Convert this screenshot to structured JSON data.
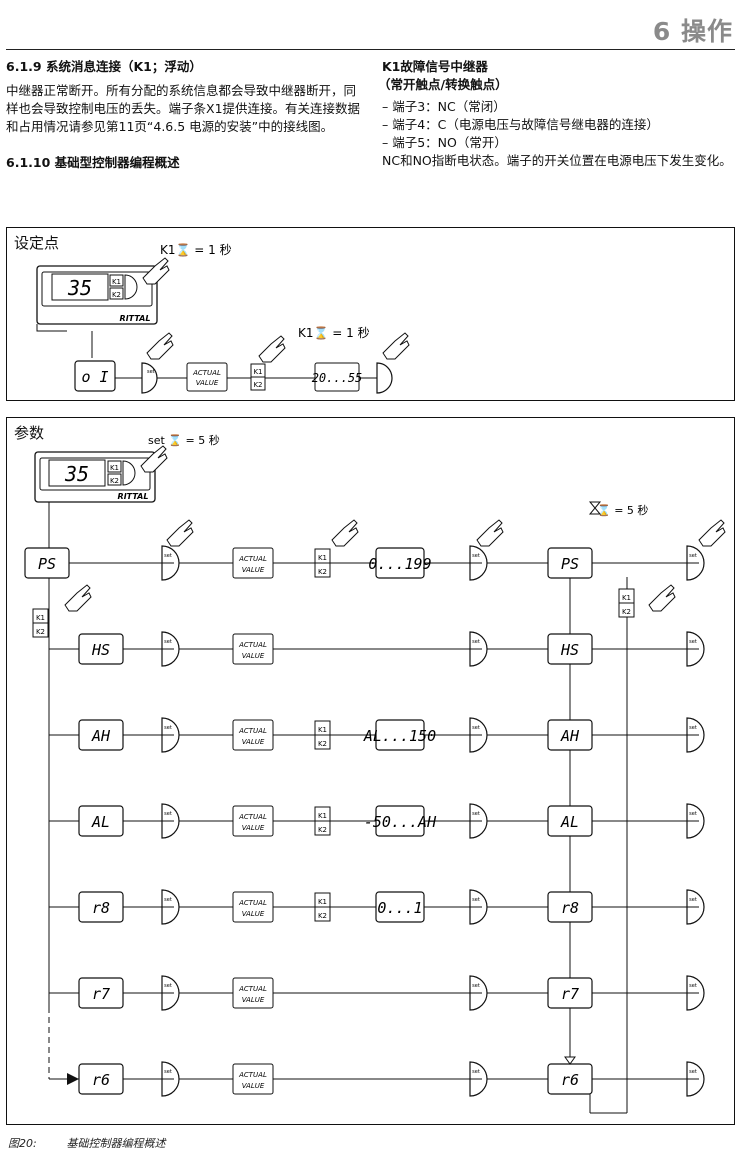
{
  "header": {
    "chapter": "6 操作"
  },
  "left": {
    "h619": "6.1.9 系统消息连接（K1；浮动）",
    "p619": "中继器正常断开。所有分配的系统信息都会导致中继器断开，同样也会导致控制电压的丢失。端子条X1提供连接。有关连接数据和占用情况请参见第11页“4.6.5 电源的安装”中的接线图。",
    "h6110": "6.1.10 基础型控制器编程概述"
  },
  "right": {
    "h1": "K1故障信号中继器",
    "h2": "（常开触点/转换触点）",
    "items": [
      "– 端子3：NC（常闭）",
      "– 端子4：C（电源电压与故障信号继电器的连接）",
      "– 端子5：NO（常开）"
    ],
    "note": "NC和NO指断电状态。端子的开关位置在电源电压下发生变化。"
  },
  "panel1": {
    "title": "设定点",
    "timer1": "K1⌛ = 1 秒",
    "timer2": "K1⌛ = 1 秒",
    "device_value": "35",
    "brand": "RITTAL",
    "step1": "o I",
    "step2_line1": "ACTUAL",
    "step2_line2": "VALUE",
    "step3": "20...55",
    "k1": "K1",
    "k2": "K2",
    "set": "set"
  },
  "panel2": {
    "title": "参数",
    "timer_set": "set ⌛ = 5 秒",
    "timer_right": "⌛ = 5 秒",
    "device_value": "35",
    "brand": "RITTAL",
    "actual_line1": "ACTUAL",
    "actual_line2": "VALUE",
    "rows": [
      {
        "code": "PS",
        "range": "0...199"
      },
      {
        "code": "HS",
        "range": ""
      },
      {
        "code": "AH",
        "range": "AL...150"
      },
      {
        "code": "AL",
        "range": "-50...AH"
      },
      {
        "code": "r8",
        "range": "0...1"
      },
      {
        "code": "r7",
        "range": ""
      },
      {
        "code": "r6",
        "range": ""
      }
    ]
  },
  "caption": {
    "label": "图20:",
    "text": "基础控制器编程概述"
  }
}
